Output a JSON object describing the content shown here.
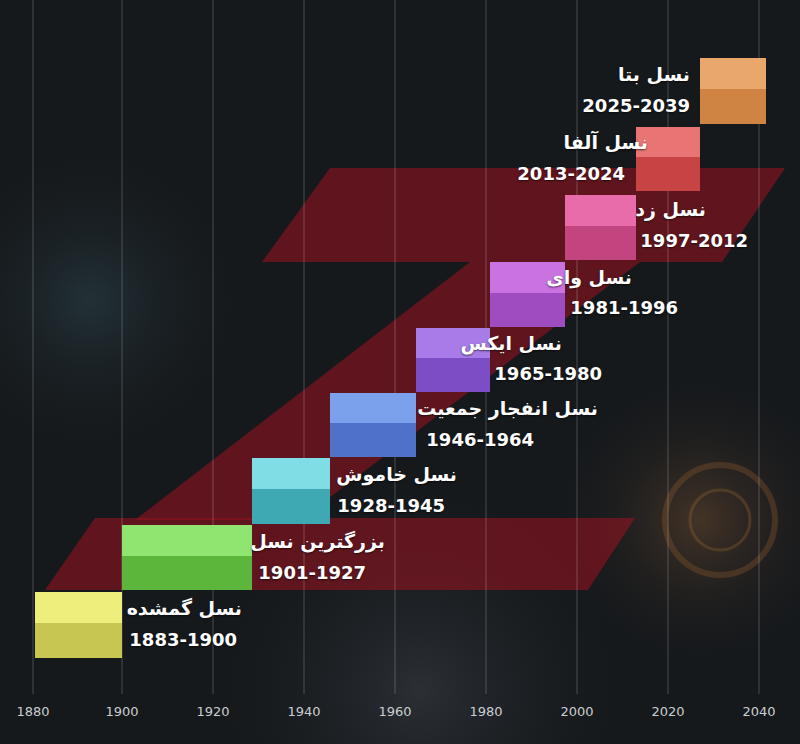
{
  "diagram": {
    "nodes": [
      {
        "text": [
          "نسل بتا",
          "2025-2039"
        ]
      },
      {
        "text": [
          "نسل آلفا",
          "2013-2024"
        ]
      },
      {
        "text": [
          "نسل زد",
          "1997-2012"
        ]
      },
      {
        "text": [
          "نسل وای",
          "1981-1996"
        ]
      },
      {
        "text": [
          "نسل ایکس",
          "1965-1980"
        ]
      },
      {
        "text": [
          "نسل انفجار جمعیت",
          "1946-1964"
        ]
      },
      {
        "text": [
          "نسل خاموش",
          "1928-1945"
        ]
      },
      {
        "text": [
          "بزرگترین نسل",
          "1901-1927"
        ]
      },
      {
        "text": [
          "نسل گمشده",
          "1883-1900"
        ]
      }
    ],
    "labels": [
      "1880",
      "1900",
      "1920",
      "1940",
      "1960",
      "1980",
      "2000",
      "2020",
      "2040"
    ]
  }
}
